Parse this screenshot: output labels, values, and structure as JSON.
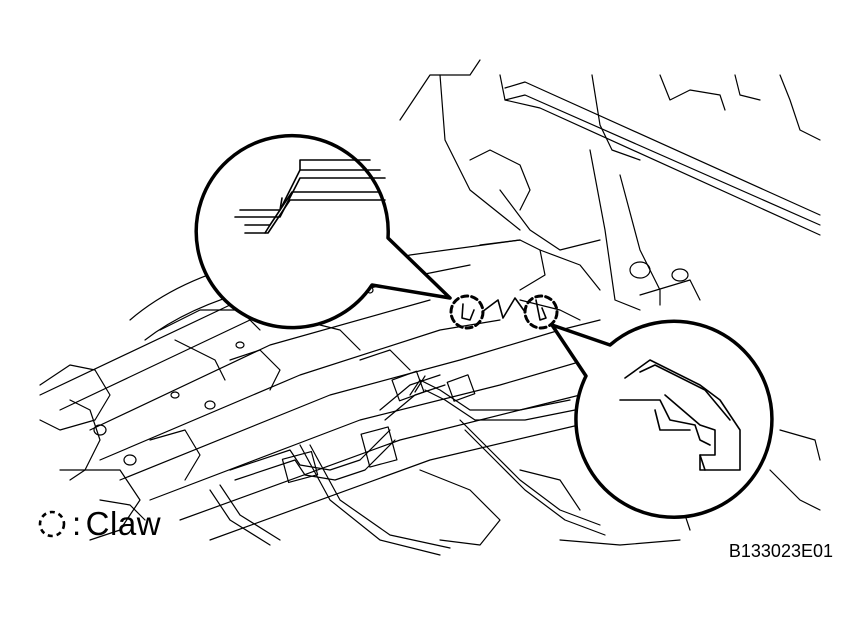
{
  "legend": {
    "symbol": "claw-symbol-icon",
    "separator": ":",
    "label": "Claw"
  },
  "figure_code": "B133023E01",
  "callouts": [
    {
      "name": "callout-left-claw-detail"
    },
    {
      "name": "callout-right-claw-detail"
    }
  ]
}
